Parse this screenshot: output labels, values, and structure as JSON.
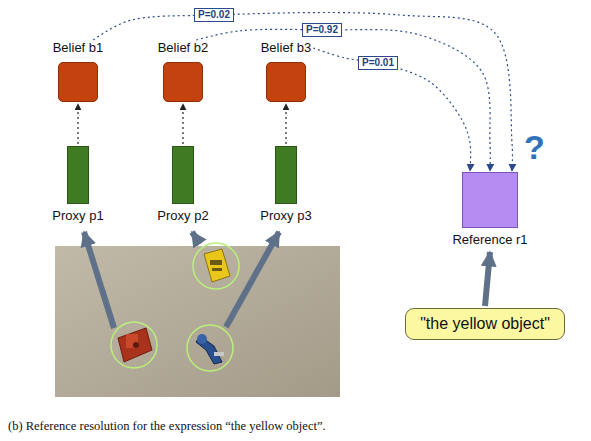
{
  "diagram": {
    "caption": "(b) Reference resolution for the expression “the yellow object”.",
    "nodes": [
      {
        "text": [
          "Belief b1"
        ]
      },
      {
        "text": [
          "Belief b2"
        ]
      },
      {
        "text": [
          "Belief b3"
        ]
      },
      {
        "text": [
          "Proxy p1"
        ]
      },
      {
        "text": [
          "Proxy p2"
        ]
      },
      {
        "text": [
          "Proxy p3"
        ]
      },
      {
        "text": [
          "Reference r1"
        ]
      },
      {
        "text": [
          "\"the yellow object\""
        ]
      }
    ],
    "edges": [
      {
        "from": 3,
        "to": 0,
        "arrow": "to"
      },
      {
        "from": 4,
        "to": 1,
        "arrow": "to"
      },
      {
        "from": 5,
        "to": 2,
        "arrow": "to"
      },
      {
        "from": 0,
        "to": 6,
        "label": "P=0.02",
        "arrow": "to"
      },
      {
        "from": 1,
        "to": 6,
        "label": "P=0.92",
        "arrow": "to"
      },
      {
        "from": 2,
        "to": 6,
        "label": "P=0.01",
        "arrow": "to"
      },
      {
        "from": 7,
        "to": 6,
        "arrow": "to"
      }
    ],
    "labels": [
      "?"
    ]
  }
}
